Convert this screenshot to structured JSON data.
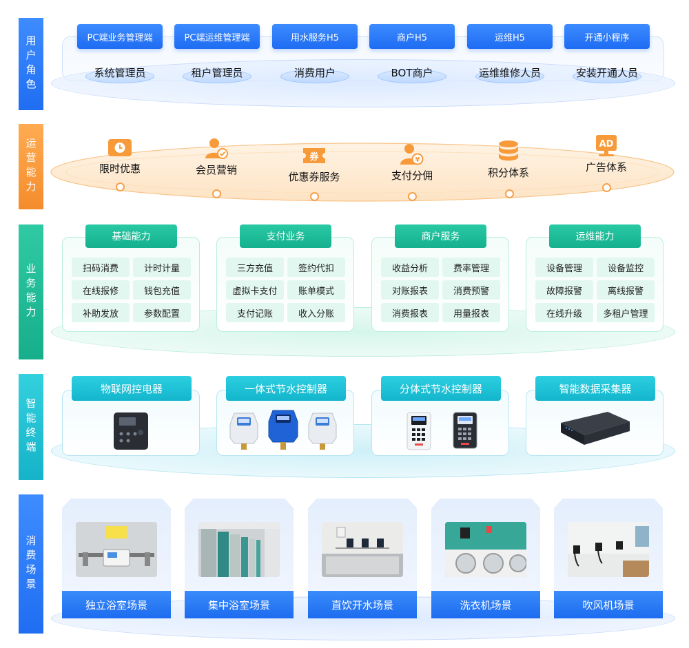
{
  "sections": {
    "user_roles": {
      "label": "用户角色",
      "color": "#2f7cf6",
      "apps": [
        "PC端业务管理端",
        "PC端运维管理端",
        "用水服务H5",
        "商户H5",
        "运维H5",
        "开通小程序"
      ],
      "roles": [
        "系统管理员",
        "租户管理员",
        "消费用户",
        "BOT商户",
        "运维维修人员",
        "安装开通人员"
      ]
    },
    "operations": {
      "label": "运营能力",
      "color": "#f6983a",
      "items": [
        {
          "label": "限时优惠",
          "icon": "clock-icon"
        },
        {
          "label": "会员营销",
          "icon": "member-icon"
        },
        {
          "label": "优惠券服务",
          "icon": "coupon-icon"
        },
        {
          "label": "支付分佣",
          "icon": "payment-icon"
        },
        {
          "label": "积分体系",
          "icon": "points-stack-icon"
        },
        {
          "label": "广告体系",
          "icon": "ad-icon"
        }
      ],
      "coupon_glyph": "券",
      "payment_glyph": "¥",
      "ad_glyph": "AD"
    },
    "business": {
      "label": "业务能力",
      "color": "#1fb892",
      "groups": [
        {
          "title": "基础能力",
          "items": [
            "扫码消费",
            "计时计量",
            "在线报修",
            "钱包充值",
            "补助发放",
            "参数配置"
          ]
        },
        {
          "title": "支付业务",
          "items": [
            "三方充值",
            "签约代扣",
            "虚拟卡支付",
            "账单模式",
            "支付记账",
            "收入分账"
          ]
        },
        {
          "title": "商户服务",
          "items": [
            "收益分析",
            "费率管理",
            "对账报表",
            "消费预警",
            "消费报表",
            "用量报表"
          ]
        },
        {
          "title": "运维能力",
          "items": [
            "设备管理",
            "设备监控",
            "故障报警",
            "离线报警",
            "在线升级",
            "多租户管理"
          ]
        }
      ]
    },
    "terminals": {
      "label": "智能终端",
      "color": "#1cbfd0",
      "devices": [
        "物联网控电器",
        "一体式节水控制器",
        "分体式节水控制器",
        "智能数据采集器"
      ]
    },
    "scenes": {
      "label": "消费场景",
      "color": "#2f7cf6",
      "items": [
        "独立浴室场景",
        "集中浴室场景",
        "直饮开水场景",
        "洗衣机场景",
        "吹风机场景"
      ]
    }
  }
}
